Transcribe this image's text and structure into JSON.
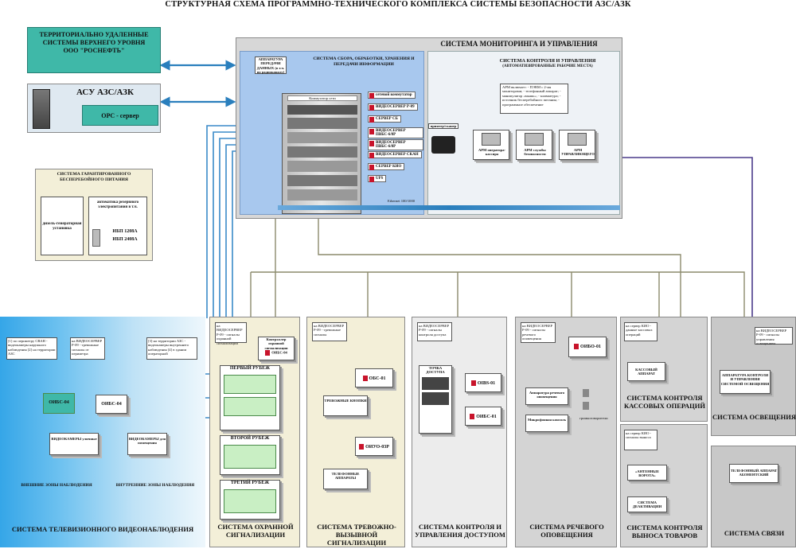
{
  "title": "СТРУКТУРНАЯ СХЕМА ПРОГРАММНО-ТЕХНИЧЕСКОГО КОМПЛЕКСА СИСТЕМЫ БЕЗОПАСНОСТИ АЗС/АЗК",
  "colors": {
    "teal": "#3fb8a8",
    "lightblue": "#d5e6f2",
    "blue_arrow": "#2a7fbd",
    "grey_panel": "#d4d4d4",
    "cream": "#f3efd8",
    "line": "#8c8a6c",
    "purple": "#4a3a8a"
  },
  "remote": {
    "text": "ТЕРРИТОРИАЛЬНО УДАЛЕННЫЕ СИСТЕМЫ ВЕРХНЕГО УРОВНЯ ООО \"РОСНЕФТЬ\""
  },
  "asu": {
    "title": "АСУ АЗС/АЗК",
    "server": "OPC - сервер"
  },
  "power": {
    "title": "СИСТЕМА ГАРАНТИРОВАННОГО БЕСПЕРЕБОЙНОГО ПИТАНИЯ",
    "generator": "дизель-генераторная установка",
    "ats": "автоматика резервного электропитания в т.ч.",
    "ups1": "ИБП 1208А",
    "ups2": "ИБП 2408А"
  },
  "monitoring": {
    "title": "СИСТЕМА МОНИТОРИНГА И УПРАВЛЕНИЯ",
    "collect_title": "СИСТЕМА СБОРА, ОБРАБОТКИ, ХРАНЕНИЯ И ПЕРЕДАЧИ ИНФОРМАЦИИ",
    "equipment_note": "АППАРАТУРА ПЕРЕДАЧИ ДАННЫХ (в т.ч. по радиоканалу)",
    "switch_label": "Коммутатор сети",
    "rack_devices": [
      "сетевой коммутатор",
      "ВИДЕОСЕРВЕР Р-09",
      "СЕРВЕР СБ",
      "ВИДЕОСЕРВЕР ПВБС-6/8Р",
      "ВИДЕОСЕРВЕР ПВБС-6/8Р",
      "ВИДЕОСЕРВЕР СКАН",
      "СЕРВЕР КИО",
      "UPS"
    ],
    "ethernet": "Ethernet 100/1000",
    "control_title": "СИСТЕМА КОНТРОЛЯ И УПРАВЛЕНИЯ",
    "control_sub": "(АВТОМАТИЗИРОВАННЫЕ РАБОЧИЕ МЕСТА)",
    "arm_note": "АРМ включает: - ПЭВМ с 2-мя мониторами; - телефонный аппарат; - манипулятор «мышь»; - клавиатура; - источник бесперебойного питания; - программное обеспечение",
    "printer": "принтер/сканер",
    "arm": [
      "АРМ оператора-кассира",
      "АРМ службы безопасности",
      "АРМ УПРАВЛЯЮЩЕГО"
    ]
  },
  "subsystems": {
    "video": {
      "name": "СИСТЕМА ТЕЛЕВИЗИОННОГО ВИДЕОНАБЛЮДЕНИЯ",
      "outer": "ВНЕШНИЕ ЗОНЫ НАБЛЮДЕНИЯ",
      "inner": "ВНУТРЕННИЕ ЗОНЫ НАБЛЮДЕНИЯ",
      "note_a": "[1] по периметру СВАН - видеокамеры наружного наблюдения [2] на территории АЗС",
      "note_b": "на ВИДЕОСЕРВЕР Р-09 - тревожные сигналы от периметра",
      "note_c": "[3] на территории АЗС - видеокамеры внутреннего наблюдения [4] в здании операторной",
      "dev1": "ОИБС-04",
      "dev2": "ОИБС-04",
      "cams1": "ВИДЕОКАМЕРЫ уличные",
      "cams2": "ВИДЕОКАМЕРЫ для помещения"
    },
    "security": {
      "name": "СИСТЕМА ОХРАННОЙ СИГНАЛИЗАЦИИ",
      "note": "на ВИДЕОСЕРВЕР Р-09 - сигналы охранной сигнализации",
      "ctrl": "Контроллер охранной сигнализации",
      "dev": "ОИБС-04",
      "r1": "ПЕРВЫЙ РУБЕЖ",
      "r2": "ВТОРОЙ РУБЕЖ",
      "r3": "ТРЕТИЙ РУБЕЖ"
    },
    "alarm": {
      "name": "СИСТЕМА ТРЕВОЖНО-ВЫЗЫВНОЙ СИГНАЛИЗАЦИИ",
      "note": "на ВИДЕОСЕРВЕР Р-09 - тревожные сигналы",
      "dev1": "ОБС-01",
      "dev2": "ОИУО-03Р",
      "b1": "ТРЕВОЖНЫЕ КНОПКИ",
      "b2": "ТЕЛЕФОННЫЕ АППАРАТЫ"
    },
    "access": {
      "name": "СИСТЕМА КОНТРОЛЯ И УПРАВЛЕНИЯ ДОСТУПОМ",
      "note": "на ВИДЕОСЕРВЕР Р-09 - сигналы контроля доступа",
      "points": "ТОЧКА ДОСТУПА",
      "dev1": "OIBS-01",
      "dev2": "ОИБС-01"
    },
    "voice": {
      "name": "СИСТЕМА РЕЧЕВОГО ОПОВЕЩЕНИЯ",
      "note": "на ВИДЕОСЕРВЕР Р-09 - сигналы речевого оповещения",
      "dev": "ОИБО-01",
      "amp": "Аппаратура речевого оповещения",
      "mic": "Микрофонная консоль",
      "spk": "громкоговорители"
    },
    "cash": {
      "name": "СИСТЕМА КОНТРОЛЯ КАССОВЫХ ОПЕРАЦИЙ",
      "note": "на сервер КИО - данные кассовых операций",
      "reg": "КАССОВЫЙ АППАРАТ"
    },
    "goods": {
      "name": "СИСТЕМА КОНТРОЛЯ ВЫНОСА ТОВАРОВ",
      "note": "на сервер КИО - сигналы выноса",
      "gates": "«АНТЕННЫЕ ВОРОТА»",
      "deact": "СИСТЕМА ДЕАКТИВАЦИИ"
    },
    "light": {
      "name": "СИСТЕМА ОСВЕЩЕНИЯ",
      "note": "на ВИДЕОСЕРВЕР Р-09 - сигналы управления освещением",
      "box": "АППАРАТУРА КОНТРОЛЯ И УПРАВЛЕНИЯ СИСТЕМОЙ ОСВЕЩЕНИЯ"
    },
    "comm": {
      "name": "СИСТЕМА СВЯЗИ",
      "box": "ТЕЛЕФОННЫЙ АППАРАТ АБОНЕНТСКИЙ"
    }
  }
}
